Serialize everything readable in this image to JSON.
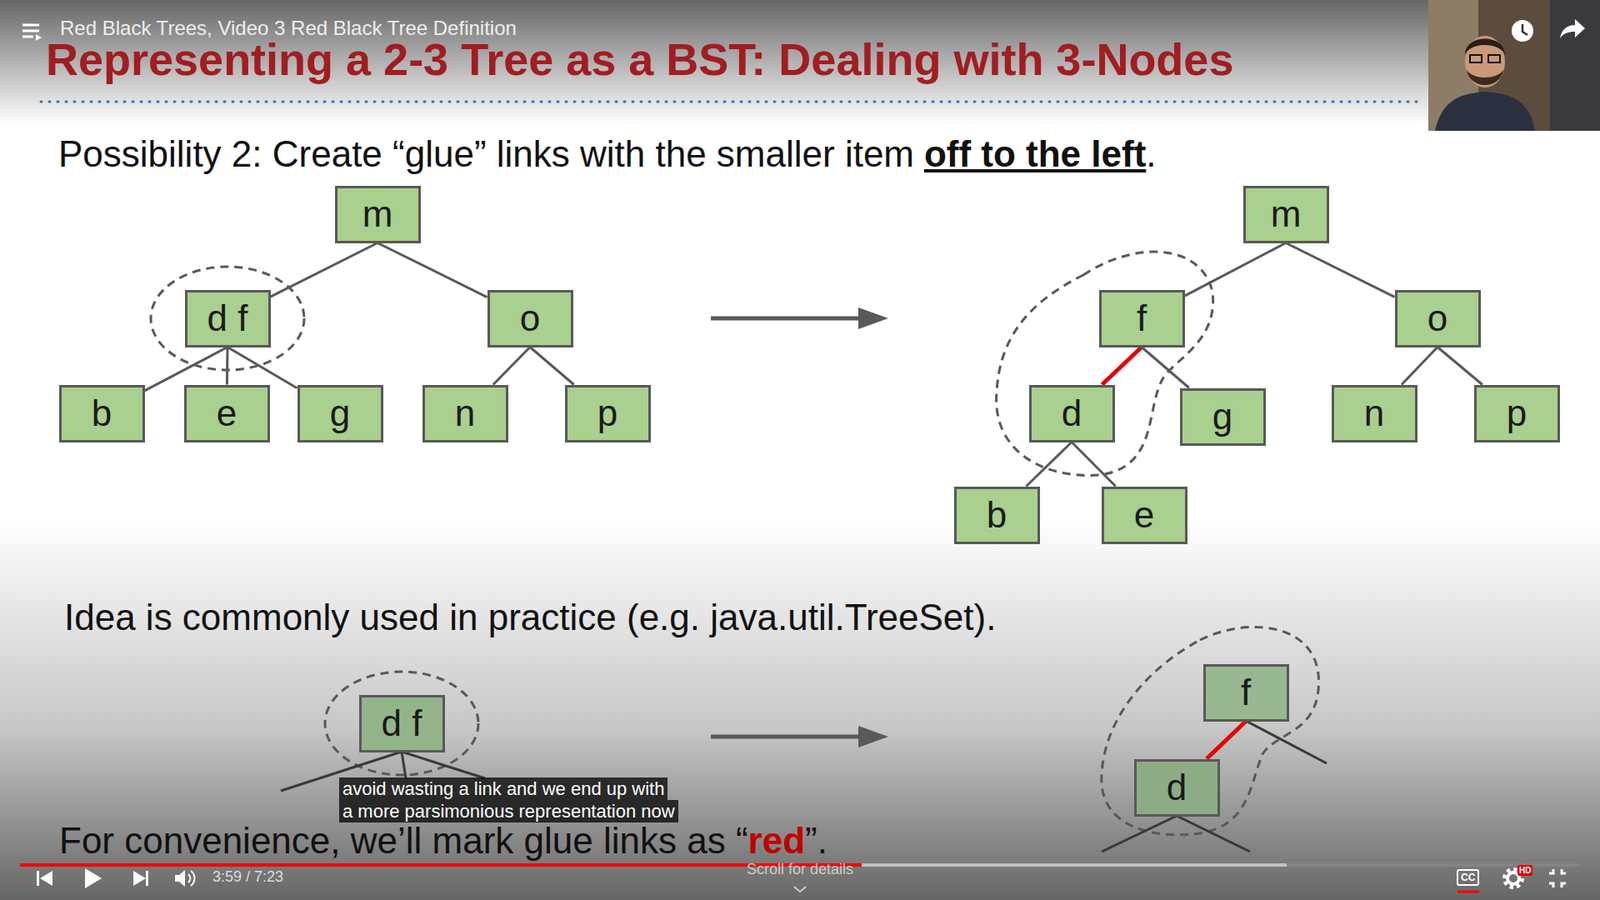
{
  "diagram": {
    "title": "Representing a 2-3 Tree as a BST: Dealing with 3-Nodes",
    "nodes": [
      {
        "text": [
          "m"
        ]
      },
      {
        "text": [
          "d f"
        ]
      },
      {
        "text": [
          "o"
        ]
      },
      {
        "text": [
          "b"
        ]
      },
      {
        "text": [
          "e"
        ]
      },
      {
        "text": [
          "g"
        ]
      },
      {
        "text": [
          "n"
        ]
      },
      {
        "text": [
          "p"
        ]
      },
      {
        "text": [
          "m"
        ]
      },
      {
        "text": [
          "f"
        ]
      },
      {
        "text": [
          "o"
        ]
      },
      {
        "text": [
          "d"
        ]
      },
      {
        "text": [
          "g"
        ]
      },
      {
        "text": [
          "n"
        ]
      },
      {
        "text": [
          "p"
        ]
      },
      {
        "text": [
          "b"
        ]
      },
      {
        "text": [
          "e"
        ]
      },
      {
        "text": [
          "d f"
        ]
      },
      {
        "text": [
          "f"
        ]
      },
      {
        "text": [
          "d"
        ]
      }
    ],
    "edges": [
      {
        "from": 0,
        "to": 1,
        "arrow": "none"
      },
      {
        "from": 0,
        "to": 2,
        "arrow": "none"
      },
      {
        "from": 1,
        "to": 3,
        "arrow": "none"
      },
      {
        "from": 1,
        "to": 4,
        "arrow": "none"
      },
      {
        "from": 1,
        "to": 5,
        "arrow": "none"
      },
      {
        "from": 2,
        "to": 6,
        "arrow": "none"
      },
      {
        "from": 2,
        "to": 7,
        "arrow": "none"
      },
      {
        "from": 8,
        "to": 9,
        "arrow": "none"
      },
      {
        "from": 8,
        "to": 10,
        "arrow": "none"
      },
      {
        "from": 9,
        "to": 11,
        "arrow": "none"
      },
      {
        "from": 9,
        "to": 12,
        "arrow": "none"
      },
      {
        "from": 10,
        "to": 13,
        "arrow": "none"
      },
      {
        "from": 10,
        "to": 14,
        "arrow": "none"
      },
      {
        "from": 11,
        "to": 15,
        "arrow": "none"
      },
      {
        "from": 11,
        "to": 16,
        "arrow": "none"
      },
      {
        "from": 18,
        "to": 19,
        "arrow": "none"
      }
    ],
    "labels": [
      "Red Black Trees, Video 3 Red Black Tree Definition",
      "Possibility 2: Create “glue” links with the smaller item",
      "off to the left",
      ".",
      "Idea is commonly used in practice (e.g. java.util.TreeSet).",
      "avoid wasting a link and we end up with",
      "a more parsimonious representation now",
      "For convenience, we’ll mark glue links as “",
      "red",
      "”.",
      "3:59 / 7:23",
      "Scroll for details",
      "CC",
      "HD"
    ]
  }
}
